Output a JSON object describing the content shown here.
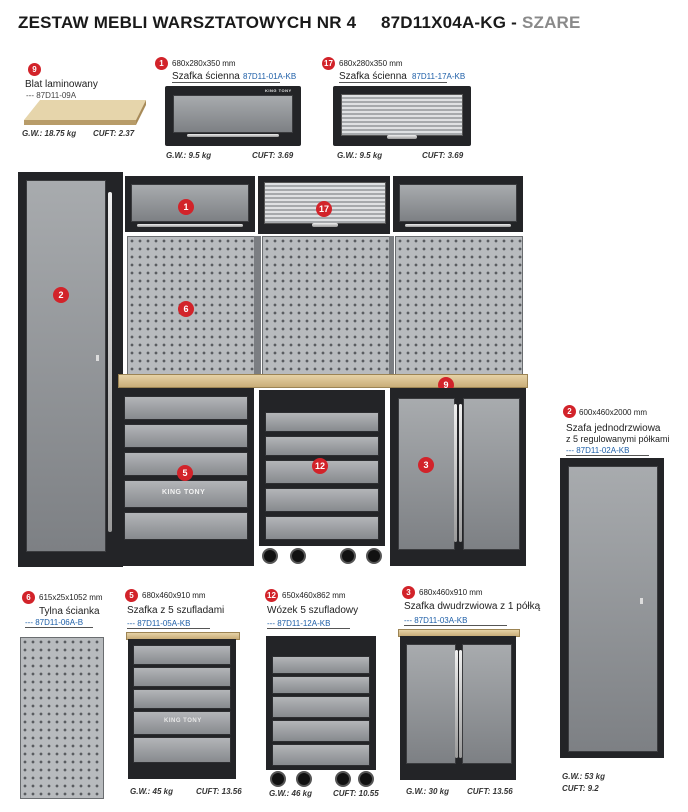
{
  "header": {
    "title_main": "ZESTAW MEBLI WARSZTATOWYCH NR 4",
    "model_code": "87D11X04A-KG",
    "separator": "-",
    "color_name": "SZARE"
  },
  "brand": "KING TONY",
  "items": {
    "worktop": {
      "number": "9",
      "name": "Blat laminowany",
      "code": "--- 87D11-09A",
      "gw": "G.W.: 18.75 kg",
      "cuft": "CUFT: 2.37"
    },
    "wall_cabinet": {
      "number": "1",
      "dimensions": "680x280x350 mm",
      "name": "Szafka ścienna",
      "code": "87D11-01A-KB",
      "gw": "G.W.: 9.5 kg",
      "cuft": "CUFT: 3.69"
    },
    "wall_cabinet_roller": {
      "number": "17",
      "dimensions": "680x280x350 mm",
      "name": "Szafka ścienna",
      "code": "87D11-17A-KB",
      "gw": "G.W.: 9.5 kg",
      "cuft": "CUFT: 3.69"
    },
    "tall_cabinet": {
      "number": "2",
      "dimensions": "600x460x2000 mm",
      "name": "Szafa jednodrzwiowa",
      "subname": "z 5 regulowanymi półkami",
      "code": "--- 87D11-02A-KB",
      "gw": "G.W.: 53 kg",
      "cuft": "CUFT: 9.2"
    },
    "back_panel": {
      "number": "6",
      "dimensions": "615x25x1052 mm",
      "name": "Tylna ścianka",
      "code": "--- 87D11-06A-B"
    },
    "drawer_cabinet": {
      "number": "5",
      "dimensions": "680x460x910 mm",
      "name": "Szafka z 5 szufladami",
      "code": "--- 87D11-05A-KB",
      "gw": "G.W.: 45 kg",
      "cuft": "CUFT: 13.56"
    },
    "trolley": {
      "number": "12",
      "dimensions": "650x460x862 mm",
      "name": "Wózek 5 szufladowy",
      "code": "--- 87D11-12A-KB",
      "gw": "G.W.: 46 kg",
      "cuft": "CUFT: 10.55"
    },
    "door_cabinet": {
      "number": "3",
      "dimensions": "680x460x910 mm",
      "name": "Szafka dwudrzwiowa z 1 półką",
      "code": "--- 87D11-03A-KB",
      "gw": "G.W.: 30 kg",
      "cuft": "CUFT: 13.56"
    }
  },
  "colors": {
    "badge": "#d2232a",
    "code_text": "#1e5fa8",
    "cabinet_frame": "#232427",
    "cabinet_panel": "#8f9296"
  }
}
